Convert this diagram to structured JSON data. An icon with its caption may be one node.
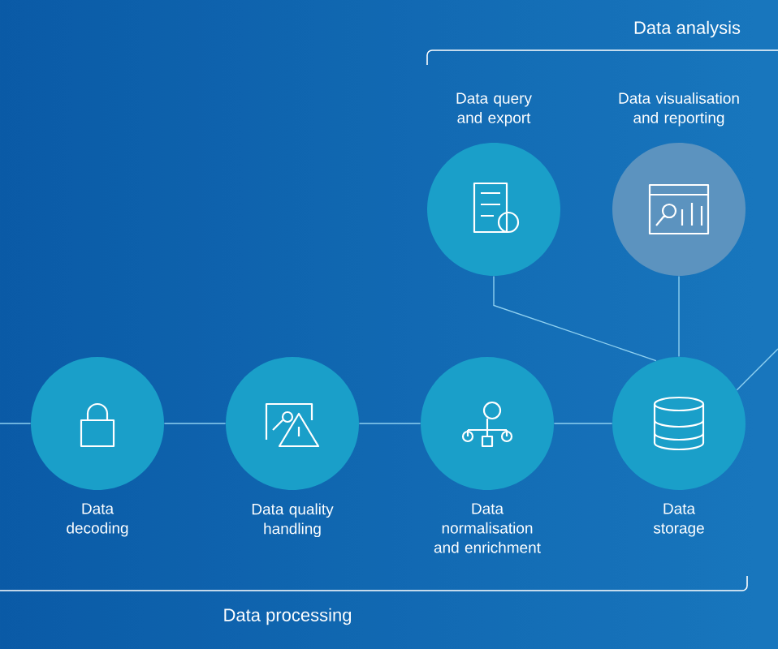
{
  "diagram": {
    "nodes": [
      {
        "text": [
          "Data decoding"
        ]
      },
      {
        "text": [
          "Data quality handling"
        ]
      },
      {
        "text": [
          "Data normalisation and enrichment"
        ]
      },
      {
        "text": [
          "Data storage"
        ]
      },
      {
        "text": [
          "Data query and export"
        ]
      },
      {
        "text": [
          "Data visualisation and reporting"
        ]
      }
    ],
    "edges": [
      {
        "from": null,
        "to": 0,
        "arrow": "none"
      },
      {
        "from": 0,
        "to": 1,
        "arrow": "none"
      },
      {
        "from": 1,
        "to": 2,
        "arrow": "none"
      },
      {
        "from": 2,
        "to": 3,
        "arrow": "none"
      },
      {
        "from": 4,
        "to": 3,
        "arrow": "none"
      },
      {
        "from": 5,
        "to": 3,
        "arrow": "none"
      },
      {
        "from": 3,
        "to": null,
        "arrow": "none"
      }
    ],
    "labels": [
      "Data analysis",
      "Data processing"
    ]
  }
}
